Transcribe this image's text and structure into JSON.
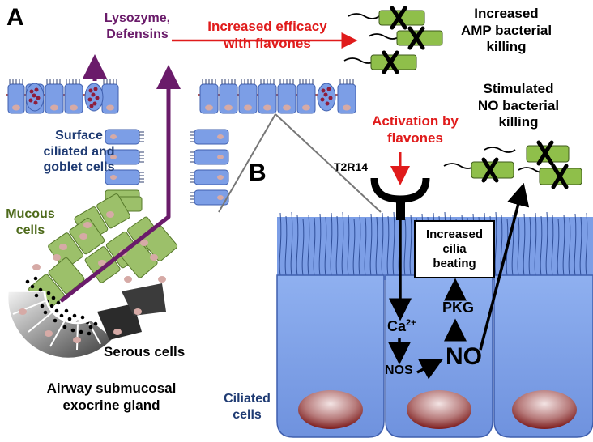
{
  "panels": {
    "a": "A",
    "b": "B"
  },
  "labels": {
    "lysozyme_defensins": "Lysozyme,\nDefensins",
    "increased_efficacy": "Increased efficacy\nwith flavones",
    "amp_killing": "Increased\nAMP bacterial\nkilling",
    "no_killing": "Stimulated\nNO bacterial\nkilling",
    "surface_cells": "Surface\nciliated and\ngoblet cells",
    "mucous_cells": "Mucous\ncells",
    "activation": "Activation by\nflavones",
    "receptor": "T2R14",
    "cilia_beating": "Increased\ncilia\nbeating",
    "serous_cells": "Serous cells",
    "gland": "Airway submucosal\nexocrine gland",
    "ciliated_cells": "Ciliated\ncells",
    "ca": "Ca",
    "ca_charge": "2+",
    "nos": "NOS",
    "pkg": "PKG",
    "no": "NO"
  },
  "colors": {
    "purple": "#6a1b6a",
    "red": "#e01b1b",
    "cell_blue": "#7c9ee6",
    "cell_blue_dark": "#3f5fae",
    "bacteria_green": "#8fbf4a",
    "mucous_green": "#9cc06a",
    "granule": "#8e1d3b",
    "nucleus": "#c9a09a"
  }
}
